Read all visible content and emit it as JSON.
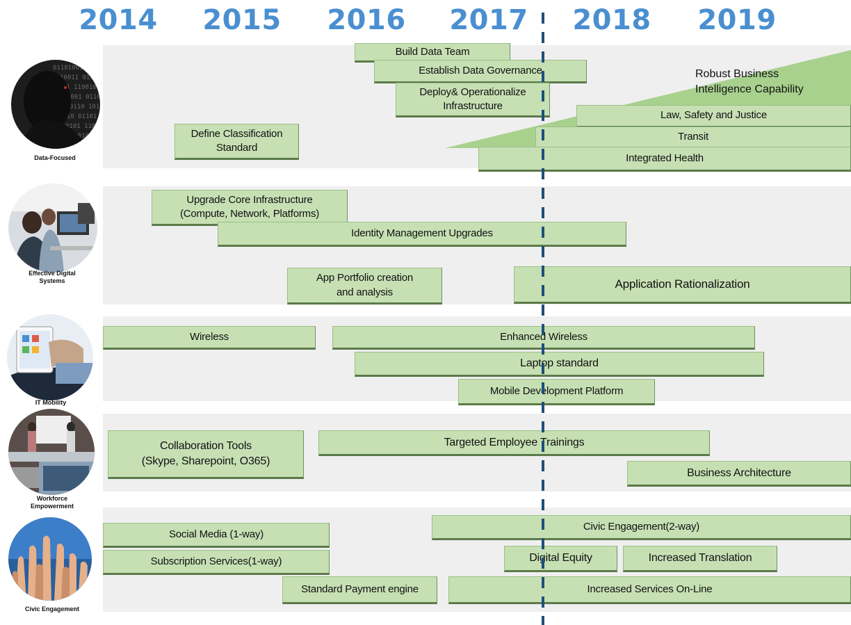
{
  "years": [
    "2014",
    "2015",
    "2016",
    "2017",
    "2018",
    "2019"
  ],
  "rows": [
    {
      "caption": "Data-Focused",
      "image": "data-hacker-photo",
      "items": [
        {
          "label": "Build Data Team"
        },
        {
          "label": "Establish  Data Governance"
        },
        {
          "label": "Deploy& Operationalize\nInfrastructure"
        },
        {
          "label": "Define Classification\nStandard"
        },
        {
          "label": "Law, Safety and Justice"
        },
        {
          "label": "Transit"
        },
        {
          "label": "Integrated Health"
        }
      ],
      "capability": "Robust Business\nIntelligence Capability"
    },
    {
      "caption": "Effective Digital\nSystems",
      "image": "office-workers-photo",
      "items": [
        {
          "label": "Upgrade Core Infrastructure\n(Compute, Network, Platforms)"
        },
        {
          "label": "Identity Management Upgrades"
        },
        {
          "label": "App Portfolio creation\nand analysis"
        },
        {
          "label": "Application Rationalization"
        }
      ]
    },
    {
      "caption": "IT Mobility",
      "image": "tablet-user-photo",
      "items": [
        {
          "label": "Wireless"
        },
        {
          "label": "Enhanced Wireless"
        },
        {
          "label": "Laptop standard"
        },
        {
          "label": "Mobile Development Platform"
        }
      ]
    },
    {
      "caption": "Workforce\nEmpowerment",
      "image": "training-room-photo",
      "items": [
        {
          "label": "Collaboration Tools\n(Skype, Sharepoint, O365)"
        },
        {
          "label": "Targeted Employee Trainings"
        },
        {
          "label": "Business Architecture"
        }
      ]
    },
    {
      "caption": "Civic Engagement",
      "image": "raised-hands-photo",
      "items": [
        {
          "label": "Social Media (1-way)"
        },
        {
          "label": "Subscription Services(1-way)"
        },
        {
          "label": "Standard Payment engine"
        },
        {
          "label": "Civic Engagement(2-way)"
        },
        {
          "label": "Digital Equity"
        },
        {
          "label": "Increased Translation"
        },
        {
          "label": "Increased Services On-Line"
        }
      ]
    }
  ],
  "colors": {
    "year": "#4a8fd0",
    "bar_fill": "#c6e0b4",
    "capability_wedge": "#a9d18e",
    "today_line": "#1f4e79",
    "band": "#efefef"
  }
}
